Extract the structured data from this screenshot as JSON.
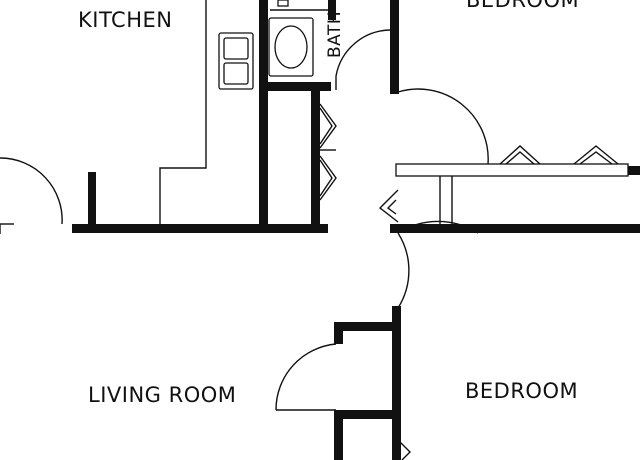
{
  "rooms": {
    "kitchen": "KITCHEN",
    "bath": "BATH",
    "bedroom_top": "BEDROOM",
    "living_room": "LIVING ROOM",
    "bedroom_bottom": "BEDROOM"
  }
}
